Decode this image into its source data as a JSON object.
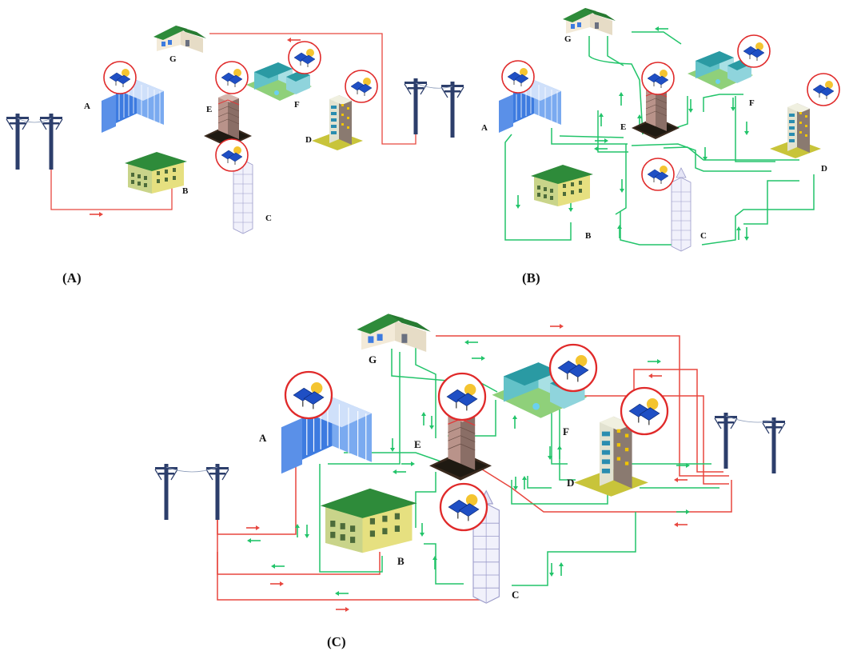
{
  "panels": [
    {
      "label": "(A)",
      "buildings": {
        "A": "A",
        "B": "B",
        "C": "C",
        "D": "D",
        "E": "E",
        "F": "F",
        "G": "G"
      }
    },
    {
      "label": "(B)",
      "buildings": {
        "A": "A",
        "B": "B",
        "C": "C",
        "D": "D",
        "E": "E",
        "F": "F",
        "G": "G"
      }
    },
    {
      "label": "(C)",
      "buildings": {
        "A": "A",
        "B": "B",
        "C": "C",
        "D": "D",
        "E": "E",
        "F": "F",
        "G": "G"
      }
    }
  ],
  "colors": {
    "grid_line": "#e8473f",
    "p2p_line": "#22c46a",
    "pv_circle": "#e02a2a",
    "pv_panel": "#1f4fc4",
    "sun": "#f4c430",
    "roof_green": "#2e8b3a",
    "pole": "#2c3e6b"
  },
  "icons": [
    "solar-panel-icon",
    "utility-pole-icon",
    "building-icon",
    "house-icon",
    "arrow-icon"
  ]
}
